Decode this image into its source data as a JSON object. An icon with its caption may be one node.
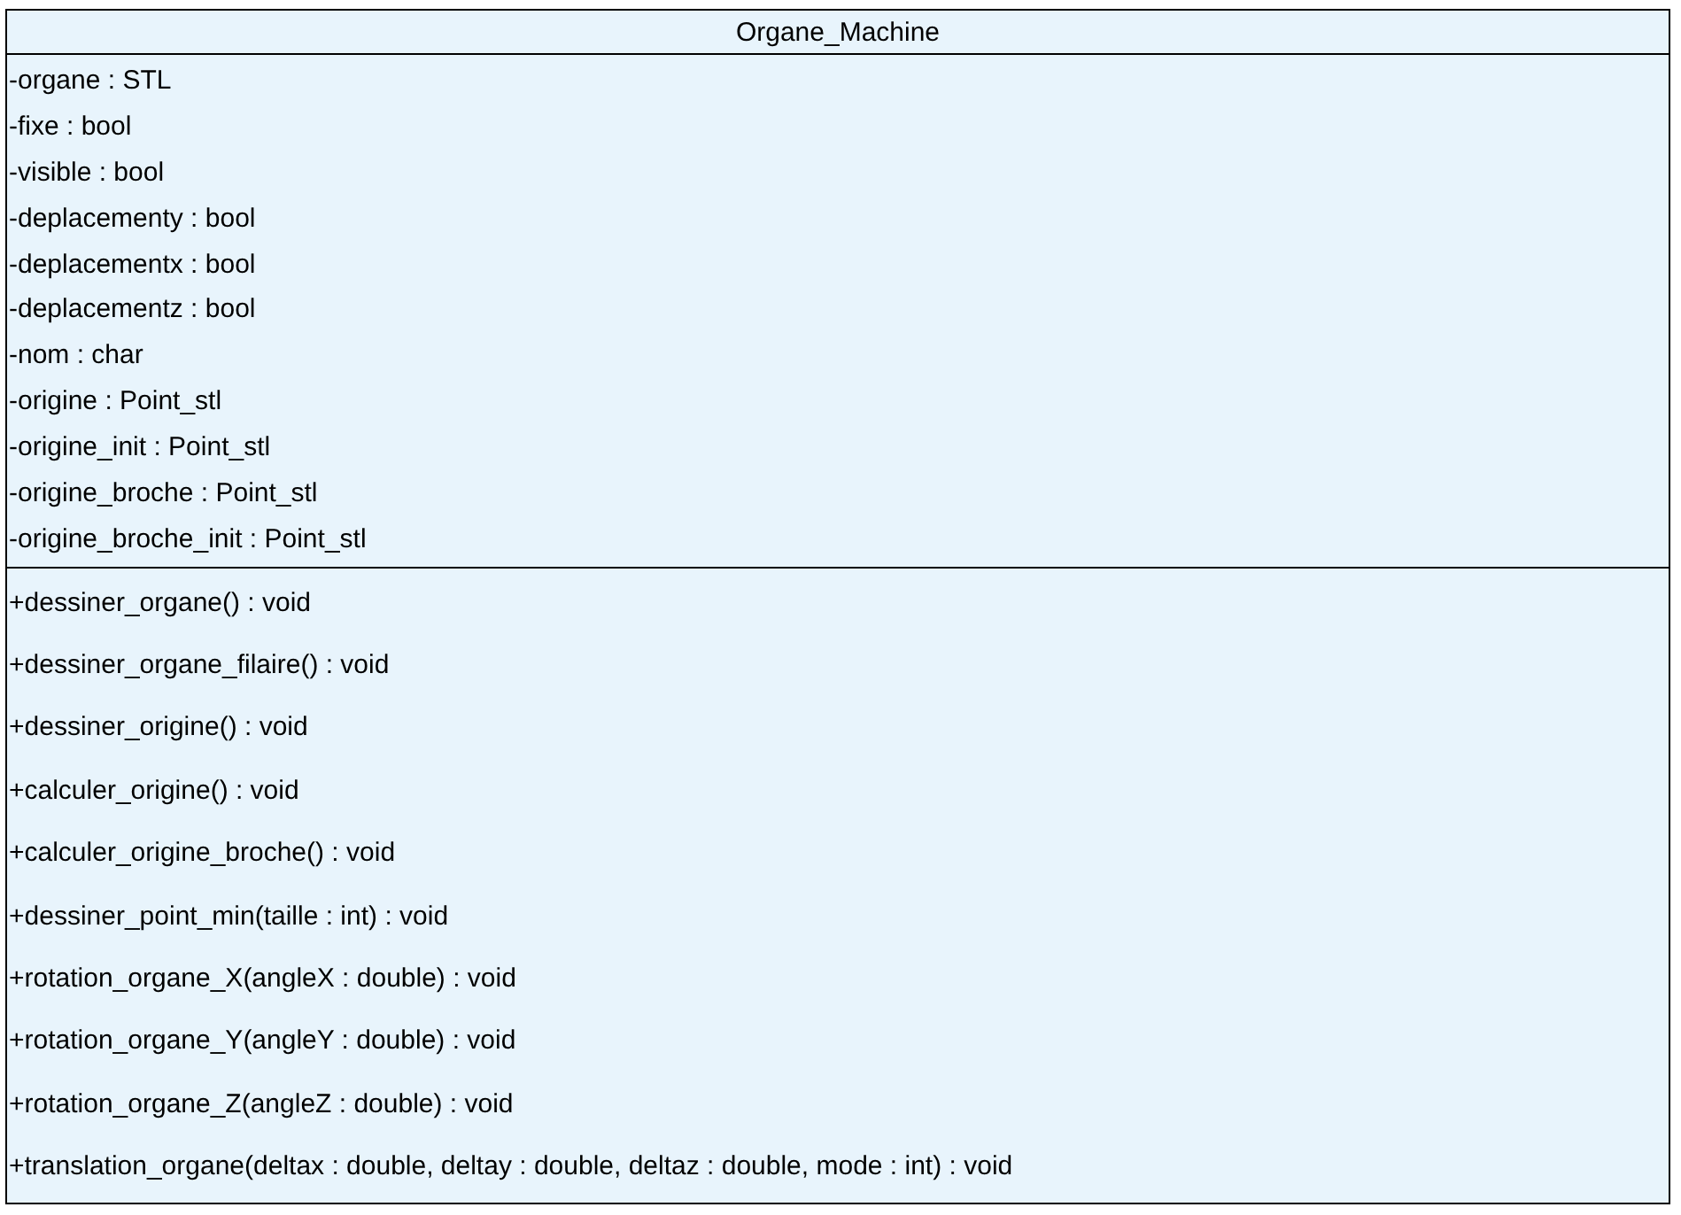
{
  "diagram": {
    "nodes": [
      {
        "text": [
          "Organe_Machine"
        ]
      },
      {
        "text": [
          "-organe : STL",
          "-fixe : bool",
          "-visible : bool",
          "-deplacementy : bool",
          "-deplacementx : bool",
          "-deplacementz : bool",
          "-nom : char",
          "-origine : Point_stl",
          "-origine_init : Point_stl",
          "-origine_broche : Point_stl",
          "-origine_broche_init : Point_stl"
        ],
        "in": 0
      },
      {
        "text": [
          "+dessiner_organe() : void",
          "+dessiner_organe_filaire() : void",
          "+dessiner_origine() : void",
          "+calculer_origine() : void",
          "+calculer_origine_broche() : void",
          "+dessiner_point_min(taille : int) : void",
          "+rotation_organe_X(angleX : double) : void",
          "+rotation_organe_Y(angleY : double) : void",
          "+rotation_organe_Z(angleZ : double) : void",
          "+translation_organe(deltax : double, deltay : double, deltaz : double, mode : int) : void"
        ],
        "in": 0
      }
    ]
  }
}
